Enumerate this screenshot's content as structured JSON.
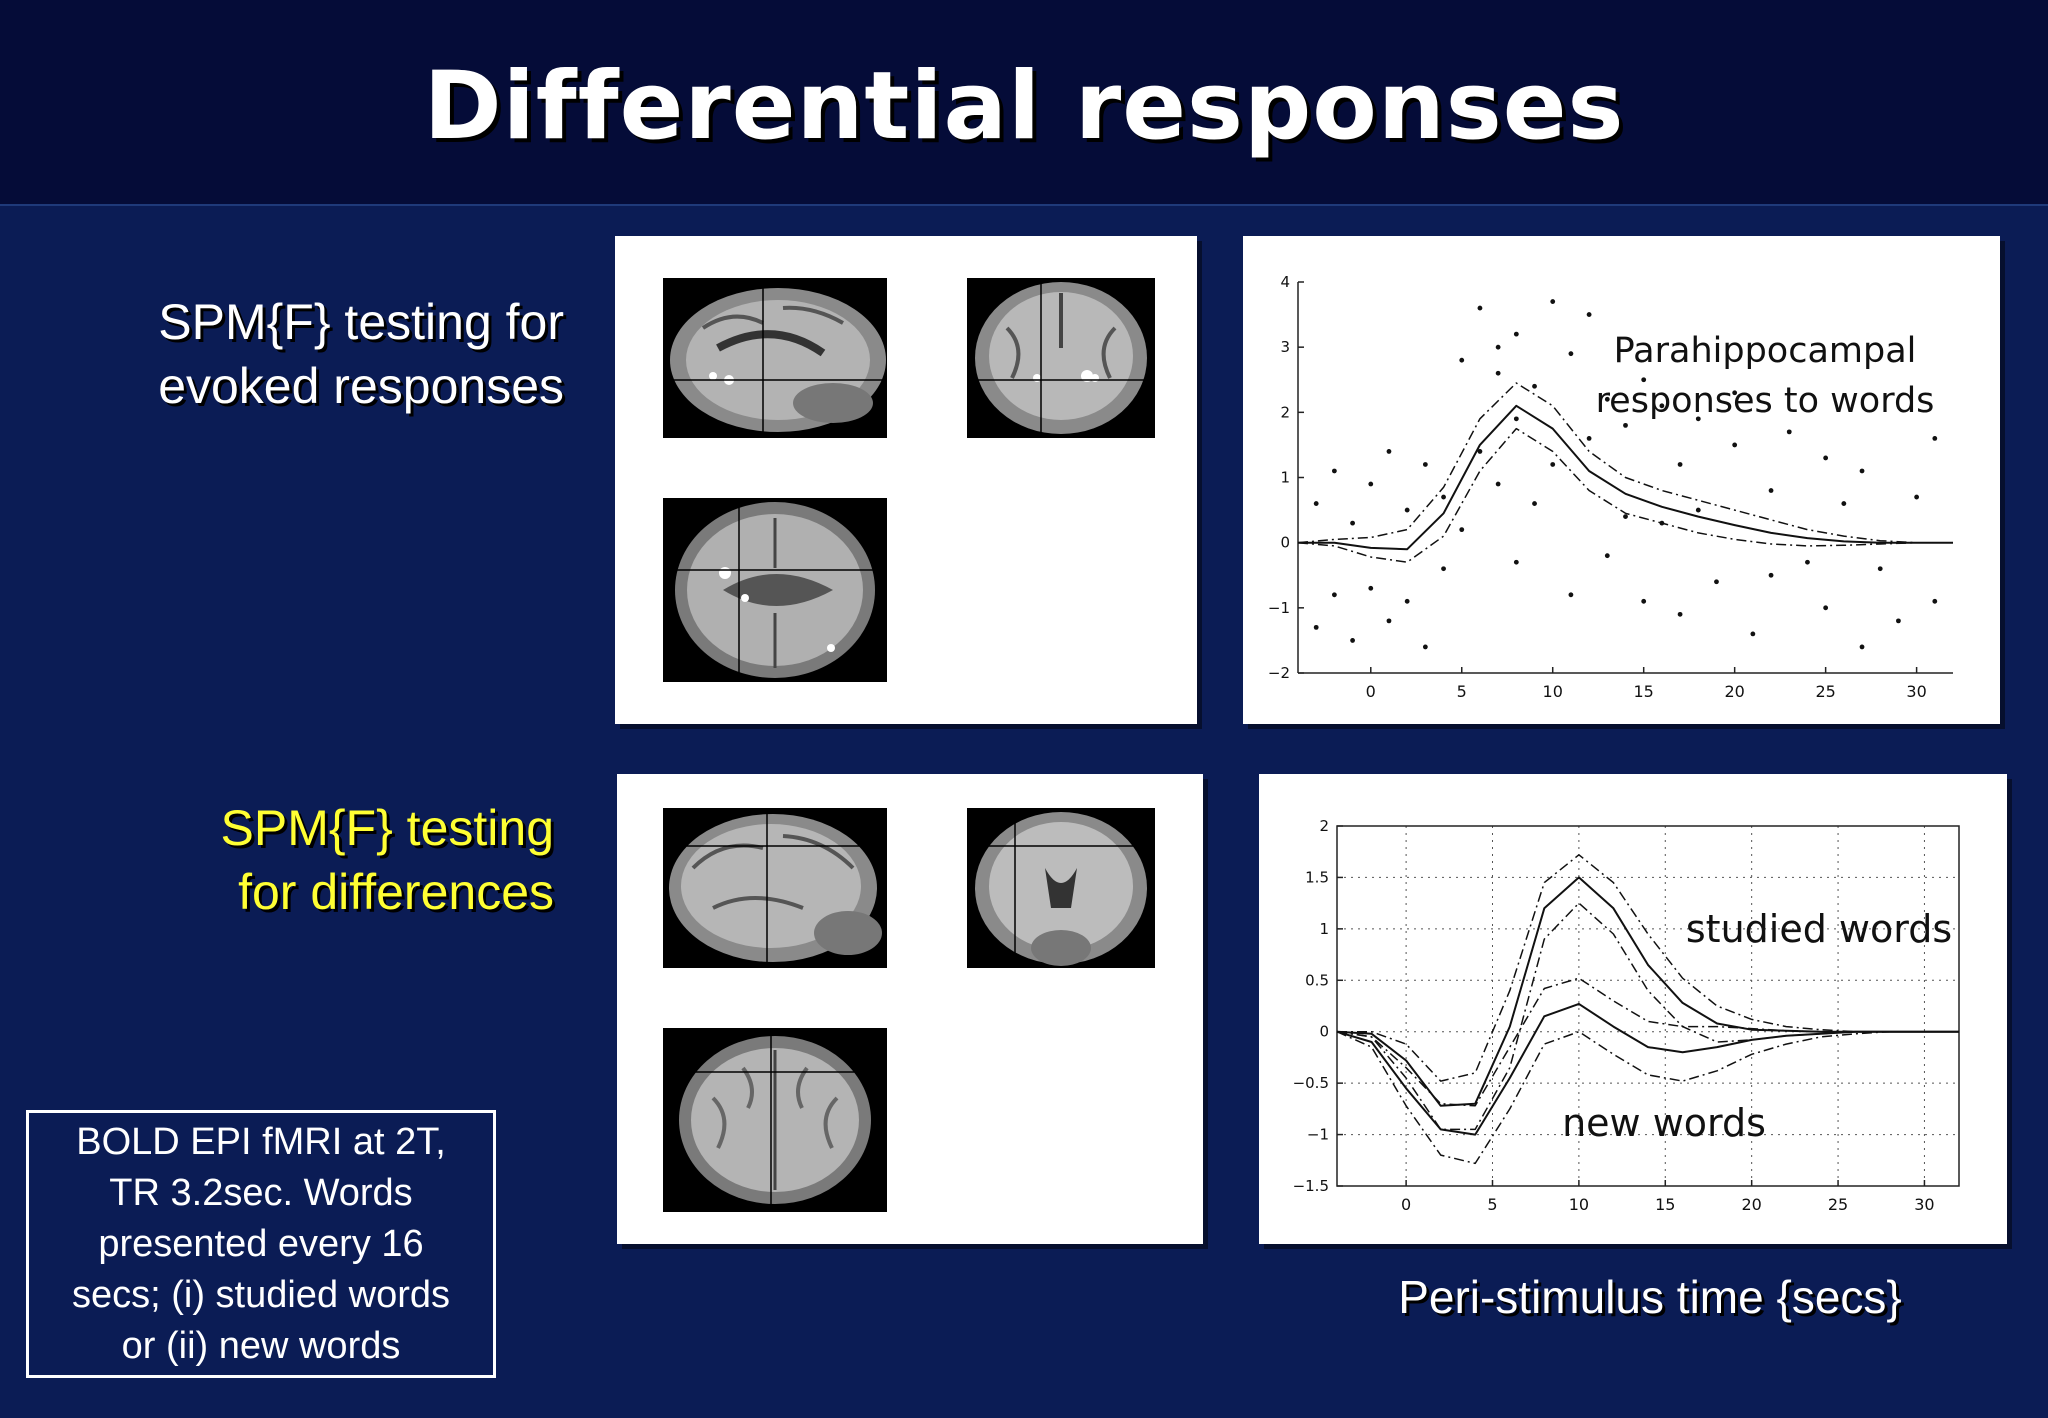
{
  "slide": {
    "title": "Differential responses",
    "label_top": [
      "SPM{F} testing for",
      "evoked responses"
    ],
    "label_bottom": [
      "SPM{F} testing",
      "for differences"
    ],
    "info_lines": [
      "BOLD EPI fMRI at 2T,",
      "TR 3.2sec. Words",
      "presented every 16",
      "secs; (i) studied words",
      "or (ii) new words"
    ],
    "x_caption": "Peri-stimulus time {secs}"
  },
  "colors": {
    "background": "#0b1c55",
    "titlebar": "#050c38",
    "highlight": "#ffff33"
  },
  "chart_data": [
    {
      "type": "scatter",
      "annotation": [
        "Parahippocampal",
        "responses to words"
      ],
      "xlim": [
        -4,
        32
      ],
      "ylim": [
        -2,
        4
      ],
      "xticks": [
        0,
        5,
        10,
        15,
        20,
        25,
        30
      ],
      "yticks": [
        -2,
        -1,
        0,
        1,
        2,
        3,
        4
      ],
      "grid": false,
      "series": [
        {
          "role": "fitted",
          "x": [
            -4,
            -2,
            0,
            2,
            4,
            6,
            8,
            10,
            12,
            14,
            16,
            18,
            20,
            22,
            24,
            26,
            28,
            30,
            32
          ],
          "y": [
            0,
            0,
            -0.08,
            -0.1,
            0.45,
            1.5,
            2.1,
            1.75,
            1.1,
            0.75,
            0.55,
            0.4,
            0.27,
            0.15,
            0.07,
            0.02,
            0,
            0,
            0
          ]
        },
        {
          "role": "upper",
          "x": [
            -4,
            -2,
            0,
            2,
            4,
            6,
            8,
            10,
            12,
            14,
            16,
            18,
            20,
            22,
            24,
            26,
            28,
            30,
            32
          ],
          "y": [
            0,
            0.05,
            0.08,
            0.2,
            0.85,
            1.9,
            2.45,
            2.1,
            1.4,
            1.0,
            0.8,
            0.65,
            0.5,
            0.35,
            0.2,
            0.1,
            0.03,
            0,
            0
          ]
        },
        {
          "role": "lower",
          "x": [
            -4,
            -2,
            0,
            2,
            4,
            6,
            8,
            10,
            12,
            14,
            16,
            18,
            20,
            22,
            24,
            26,
            28,
            30,
            32
          ],
          "y": [
            0,
            -0.05,
            -0.22,
            -0.3,
            0.1,
            1.1,
            1.75,
            1.4,
            0.8,
            0.45,
            0.3,
            0.15,
            0.05,
            -0.02,
            -0.05,
            -0.04,
            -0.02,
            0,
            0
          ]
        },
        {
          "role": "observations",
          "x": [
            -3,
            -3,
            -2,
            -2,
            -1,
            -1,
            0,
            0,
            1,
            1,
            2,
            2,
            3,
            3,
            4,
            4,
            5,
            5,
            6,
            6,
            7,
            7,
            7,
            8,
            8,
            8,
            9,
            9,
            10,
            10,
            11,
            11,
            12,
            12,
            13,
            13,
            14,
            14,
            15,
            15,
            16,
            16,
            17,
            17,
            18,
            18,
            19,
            20,
            20,
            21,
            22,
            22,
            23,
            24,
            25,
            25,
            26,
            27,
            27,
            28,
            29,
            30,
            31,
            31
          ],
          "y": [
            0.6,
            -1.3,
            -0.8,
            1.1,
            0.3,
            -1.5,
            0.9,
            -0.7,
            -1.2,
            1.4,
            0.5,
            -0.9,
            1.2,
            -1.6,
            0.7,
            -0.4,
            2.8,
            0.2,
            3.6,
            1.4,
            2.6,
            0.9,
            3.0,
            3.2,
            1.9,
            -0.3,
            2.4,
            0.6,
            3.7,
            1.2,
            2.9,
            -0.8,
            3.5,
            1.6,
            2.2,
            -0.2,
            1.8,
            0.4,
            2.5,
            -0.9,
            2.1,
            0.3,
            1.2,
            -1.1,
            1.9,
            0.5,
            -0.6,
            2.3,
            1.5,
            -1.4,
            0.8,
            -0.5,
            1.7,
            -0.3,
            1.3,
            -1.0,
            0.6,
            -1.6,
            1.1,
            -0.4,
            -1.2,
            0.7,
            1.6,
            -0.9
          ]
        }
      ]
    },
    {
      "type": "line",
      "annotations": [
        "studied words",
        "new words"
      ],
      "xlim": [
        -4,
        32
      ],
      "ylim": [
        -1.5,
        2
      ],
      "xticks": [
        0,
        5,
        10,
        15,
        20,
        25,
        30
      ],
      "yticks": [
        -1.5,
        -1,
        -0.5,
        0,
        0.5,
        1,
        1.5,
        2
      ],
      "grid": true,
      "series": [
        {
          "role": "studied",
          "x": [
            -4,
            -2,
            0,
            2,
            4,
            6,
            8,
            10,
            12,
            14,
            16,
            18,
            20,
            22,
            24,
            26,
            28,
            30,
            32
          ],
          "y": [
            0,
            -0.02,
            -0.28,
            -0.72,
            -0.7,
            0.05,
            1.2,
            1.5,
            1.2,
            0.65,
            0.28,
            0.08,
            0.02,
            0.01,
            0,
            0,
            0,
            0,
            0
          ]
        },
        {
          "role": "studied-upper",
          "x": [
            -4,
            -2,
            0,
            2,
            4,
            6,
            8,
            10,
            12,
            14,
            16,
            18,
            20,
            22,
            24,
            26,
            28,
            30,
            32
          ],
          "y": [
            0,
            0,
            -0.12,
            -0.48,
            -0.4,
            0.4,
            1.45,
            1.72,
            1.45,
            0.95,
            0.52,
            0.25,
            0.12,
            0.05,
            0.02,
            0,
            0,
            0,
            0
          ]
        },
        {
          "role": "studied-lower",
          "x": [
            -4,
            -2,
            0,
            2,
            4,
            6,
            8,
            10,
            12,
            14,
            16,
            18,
            20,
            22,
            24,
            26,
            28,
            30,
            32
          ],
          "y": [
            0,
            -0.05,
            -0.45,
            -0.95,
            -0.95,
            -0.35,
            0.9,
            1.25,
            0.95,
            0.4,
            0.05,
            -0.1,
            -0.08,
            -0.04,
            -0.02,
            0,
            0,
            0,
            0
          ]
        },
        {
          "role": "new",
          "x": [
            -4,
            -2,
            0,
            2,
            4,
            6,
            8,
            10,
            12,
            14,
            16,
            18,
            20,
            22,
            24,
            26,
            28,
            30,
            32
          ],
          "y": [
            0,
            -0.1,
            -0.55,
            -0.95,
            -1.0,
            -0.45,
            0.15,
            0.27,
            0.05,
            -0.15,
            -0.2,
            -0.15,
            -0.08,
            -0.04,
            -0.02,
            0,
            0,
            0,
            0
          ]
        },
        {
          "role": "new-upper",
          "x": [
            -4,
            -2,
            0,
            2,
            4,
            6,
            8,
            10,
            12,
            14,
            16,
            18,
            20,
            22,
            24,
            26,
            28,
            30,
            32
          ],
          "y": [
            0,
            -0.05,
            -0.35,
            -0.7,
            -0.72,
            -0.15,
            0.42,
            0.52,
            0.3,
            0.1,
            0.05,
            0.05,
            0.03,
            0.01,
            0,
            0,
            0,
            0,
            0
          ]
        },
        {
          "role": "new-lower",
          "x": [
            -4,
            -2,
            0,
            2,
            4,
            6,
            8,
            10,
            12,
            14,
            16,
            18,
            20,
            22,
            24,
            26,
            28,
            30,
            32
          ],
          "y": [
            0,
            -0.15,
            -0.72,
            -1.2,
            -1.28,
            -0.75,
            -0.12,
            0.0,
            -0.22,
            -0.42,
            -0.48,
            -0.38,
            -0.22,
            -0.12,
            -0.05,
            -0.02,
            0,
            0,
            0
          ]
        }
      ]
    }
  ]
}
